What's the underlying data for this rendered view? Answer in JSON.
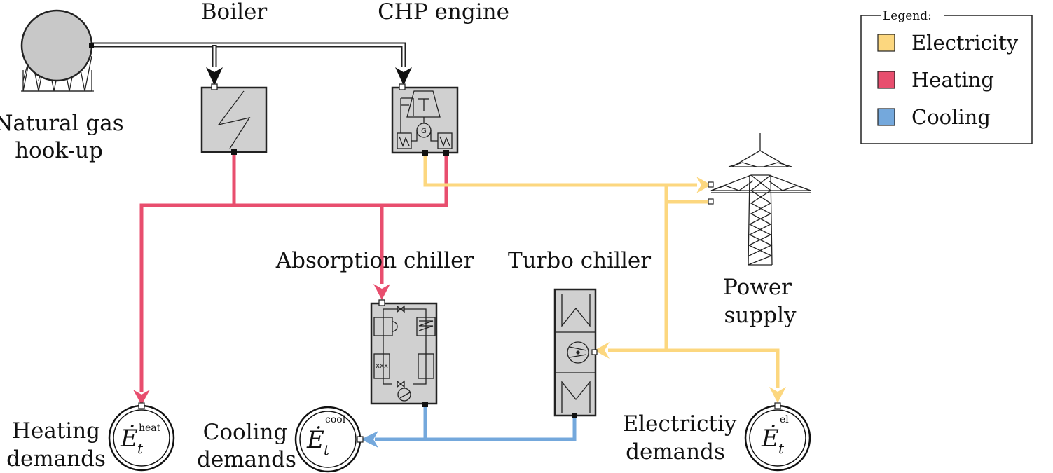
{
  "colors": {
    "electricity": "#fcd77f",
    "heating": "#e84e6e",
    "cooling": "#74a8dc",
    "gas": "#222222",
    "component_fill": "#d0d0d0"
  },
  "components": {
    "gas": {
      "line1": "Natural gas",
      "line2": "hook-up"
    },
    "boiler": {
      "label": "Boiler"
    },
    "chp": {
      "label": "CHP engine"
    },
    "absorption": {
      "label": "Absorption chiller"
    },
    "turbo": {
      "label": "Turbo chiller"
    },
    "power": {
      "line1": "Power",
      "line2": "supply"
    }
  },
  "demands": {
    "heat": {
      "line1": "Heating",
      "line2": "demands",
      "symbol": "Ė",
      "sub": "t",
      "sup": "heat"
    },
    "cool": {
      "line1": "Cooling",
      "line2": "demands",
      "symbol": "Ė",
      "sub": "t",
      "sup": "cool"
    },
    "el": {
      "line1": "Electrictiy",
      "line2": "demands",
      "symbol": "Ė",
      "sub": "t",
      "sup": "el"
    }
  },
  "legend": {
    "title": "Legend:",
    "items": [
      {
        "label": "Electricity",
        "color": "#fcd77f"
      },
      {
        "label": "Heating",
        "color": "#e84e6e"
      },
      {
        "label": "Cooling",
        "color": "#74a8dc"
      }
    ]
  }
}
